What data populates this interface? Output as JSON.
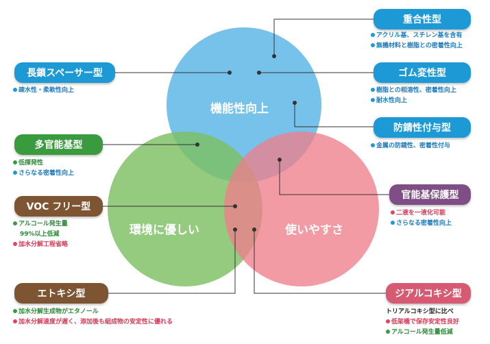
{
  "circles": {
    "top": {
      "label": "機能性向上",
      "color": "#6fbfe9"
    },
    "left": {
      "label": "環境に優しい",
      "color": "#7cc063"
    },
    "right": {
      "label": "使いやすさ",
      "color": "#ee7f8c"
    }
  },
  "types": {
    "polymerizable": {
      "label": "重合性型",
      "items": [
        "アクリル基、スチレン基を含有",
        "無機材料と樹脂との密着性向上"
      ]
    },
    "long_chain_spacer": {
      "label": "長鎖スペーサー型",
      "items": [
        "疎水性・柔軟性向上"
      ]
    },
    "rubber_modified": {
      "label": "ゴム変性型",
      "items": [
        "樹脂との相溶性、密着性向上",
        "耐水性向上"
      ]
    },
    "anticorrosion": {
      "label": "防錆性付与型",
      "items": [
        "金属の防錆性、密着性付与"
      ]
    },
    "multifunctional": {
      "label": "多官能基型",
      "items": [
        "低揮発性",
        "さらなる密着性向上"
      ]
    },
    "protected_group": {
      "label": "官能基保護型",
      "items": [
        "二液を一液化可能",
        "さらなる密着性向上"
      ]
    },
    "voc_free": {
      "label": "VOC フリー型",
      "items": [
        "アルコール発生量",
        "99%以上低減",
        "加水分解工程省略"
      ]
    },
    "ethoxy": {
      "label": "エトキシ型",
      "items": [
        "加水分解生成物がエタノール",
        "加水分解速度が遅く、添加後も組成物の安定性に優れる"
      ]
    },
    "dialkoxy": {
      "label": "ジアルコキシ型",
      "intro": "トリアルコキシ型に比べ",
      "items": [
        "低架橋で保存安定性良好",
        "アルコール発生量低減"
      ]
    }
  }
}
